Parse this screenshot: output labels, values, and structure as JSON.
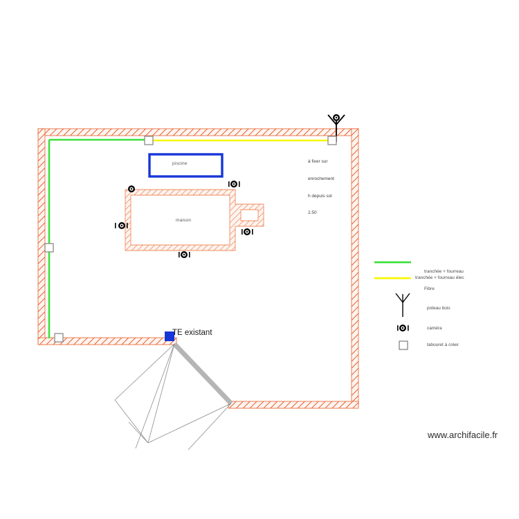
{
  "document": {
    "type": "site-plan",
    "watermark": "www.archifacile.fr"
  },
  "plan": {
    "rooms": [
      {
        "name": "piscine",
        "label": "piscine"
      },
      {
        "name": "maison",
        "label": "maison"
      }
    ],
    "markers": [
      {
        "id": "te-existant",
        "label": "TE existant",
        "symbol": "blue-square"
      }
    ],
    "annotations": [
      {
        "id": "pole-note",
        "lines": [
          "à fixer sur",
          "enrochement",
          "h depuis sol",
          "2.50"
        ],
        "text": "à fixer sur enrochement h depuis sol 2.50"
      }
    ]
  },
  "legend": {
    "items": [
      {
        "symbol": "line-green",
        "label": "tranchée + fourreau",
        "label2": "Fibre"
      },
      {
        "symbol": "line-yellow",
        "label": "tranchée + fourreau élec",
        "label2": ""
      },
      {
        "symbol": "pole-icon",
        "label": "poteau bois",
        "label2": ""
      },
      {
        "symbol": "camera-icon",
        "label": "caméra",
        "label2": ""
      },
      {
        "symbol": "junction-box-icon",
        "label": "tabouret à créer",
        "label2": ""
      }
    ]
  },
  "colors": {
    "wall_hatch": "#e8602c",
    "wall_fill": "#fdf3ef",
    "fibre_line": "#3ce03c",
    "elec_line": "#f7f700",
    "pool_border": "#1736d8",
    "te_marker": "#1736d8",
    "driveway": "#a8a8a8",
    "text": "#4a4a4a"
  }
}
